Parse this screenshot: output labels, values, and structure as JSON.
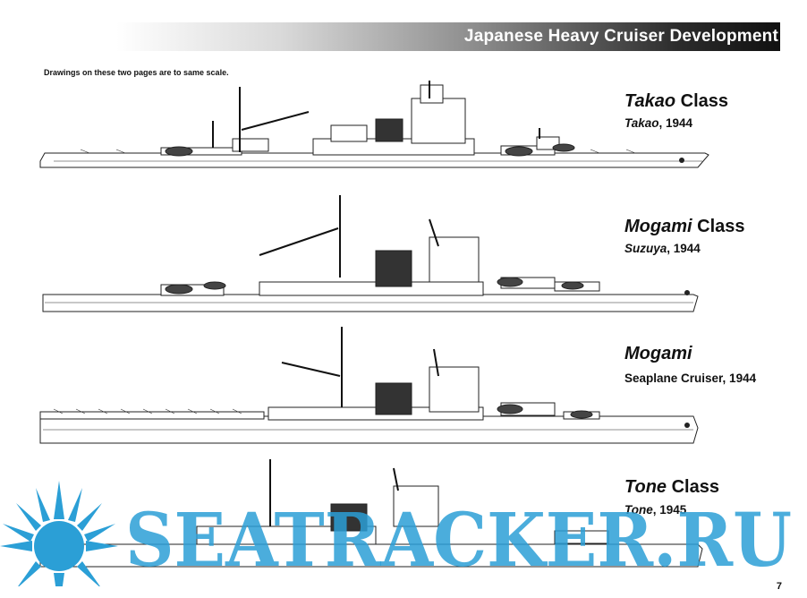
{
  "header": {
    "title": "Japanese Heavy Cruiser Development"
  },
  "scale_note": "Drawings on these two pages are to same scale.",
  "ships": [
    {
      "name_italic": "Takao",
      "name_rest": " Class",
      "sub_italic": "Takao",
      "sub_rest": ", 1944"
    },
    {
      "name_italic": "Mogami",
      "name_rest": " Class",
      "sub_italic": "Suzuya",
      "sub_rest": ", 1944"
    },
    {
      "name_italic": "Mogami",
      "name_rest": "",
      "sub_italic": "",
      "sub_rest": "Seaplane Cruiser, 1944"
    },
    {
      "name_italic": "Tone",
      "name_rest": " Class",
      "sub_italic": "Tone",
      "sub_rest": ", 1945"
    }
  ],
  "watermark": {
    "text": "SEATRACKER.RU",
    "color": "#2b9fd6"
  },
  "page_number": "7"
}
